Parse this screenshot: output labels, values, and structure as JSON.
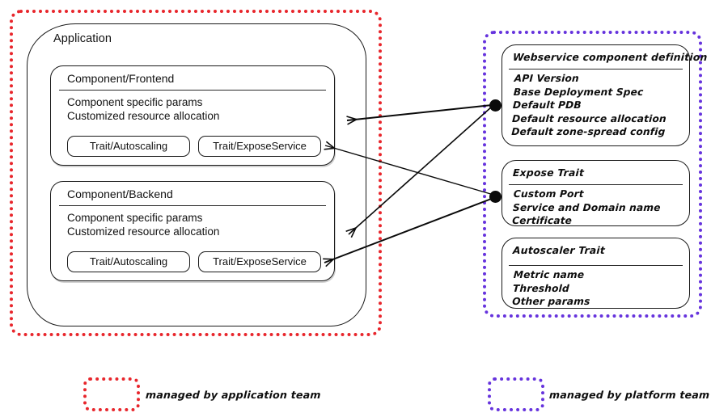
{
  "zones": {
    "application": {
      "name": "application-zone",
      "color": "#e8262c"
    },
    "platform": {
      "name": "platform-zone",
      "color": "#6633dd"
    }
  },
  "application": {
    "label": "Application",
    "components": [
      {
        "title": "Component/Frontend",
        "body_line1": "Component specific params",
        "body_line2": "Customized resource allocation",
        "trait_left": "Trait/Autoscaling",
        "trait_right": "Trait/ExposeService"
      },
      {
        "title": "Component/Backend",
        "body_line1": "Component specific params",
        "body_line2": "Customized resource allocation",
        "trait_left": "Trait/Autoscaling",
        "trait_right": "Trait/ExposeService"
      }
    ]
  },
  "platform": {
    "definitions": [
      {
        "title": "Webservice component definition",
        "items": [
          "API Version",
          "Base Deployment Spec",
          "Default PDB",
          "Default resource allocation",
          "Default zone-spread config"
        ]
      },
      {
        "title": "Expose Trait",
        "items": [
          "Custom Port",
          "Service and Domain name",
          "Certificate"
        ]
      },
      {
        "title": "Autoscaler Trait",
        "items": [
          "Metric name",
          "Threshold",
          "Other params"
        ]
      }
    ]
  },
  "legend": {
    "application_team": "managed by application team",
    "platform_team": "managed by platform team"
  }
}
